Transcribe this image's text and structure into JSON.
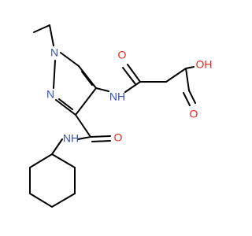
{
  "molecule": {
    "atoms": {
      "n1": "N",
      "n2": "N",
      "nh_amide_right": "NH",
      "o_ketone": "O",
      "o_acid_oh": "OH",
      "o_acid_carbonyl": "O",
      "o_amide_left": "O",
      "nh_amide_left": "NH"
    },
    "colors": {
      "carbon_bond": "#000000",
      "nitrogen": "#3b4fc4",
      "oxygen": "#e8261e"
    }
  }
}
